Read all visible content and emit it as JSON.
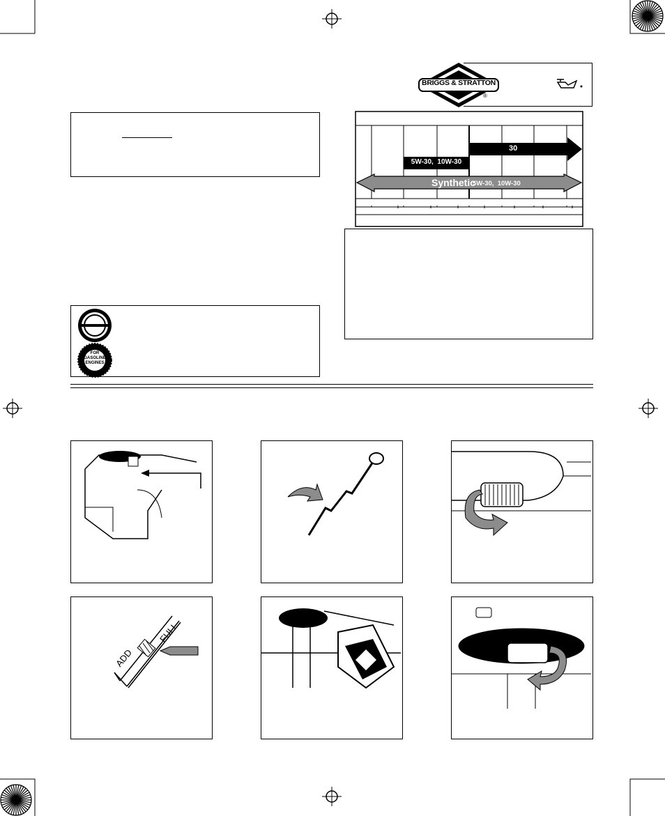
{
  "logo": {
    "brand": "BRIGGS & STRATTON",
    "registered": "®",
    "icon": "oil-can-icon"
  },
  "viscosity_chart": {
    "bars": [
      {
        "label": "30",
        "color": "#000000"
      },
      {
        "label": "5W-30,  10W-30",
        "color": "#000000"
      },
      {
        "label": "Synthetic",
        "sublabel": "5W-30,  10W-30",
        "color": "#8c8c8c"
      }
    ]
  },
  "seals": {
    "seal2_lines": [
      "FOR",
      "GASOLINE",
      "ENGINES"
    ]
  },
  "dipstick": {
    "add": "ADD",
    "full": "FULL"
  },
  "colors": {
    "ink": "#000000",
    "gray": "#8c8c8c"
  }
}
